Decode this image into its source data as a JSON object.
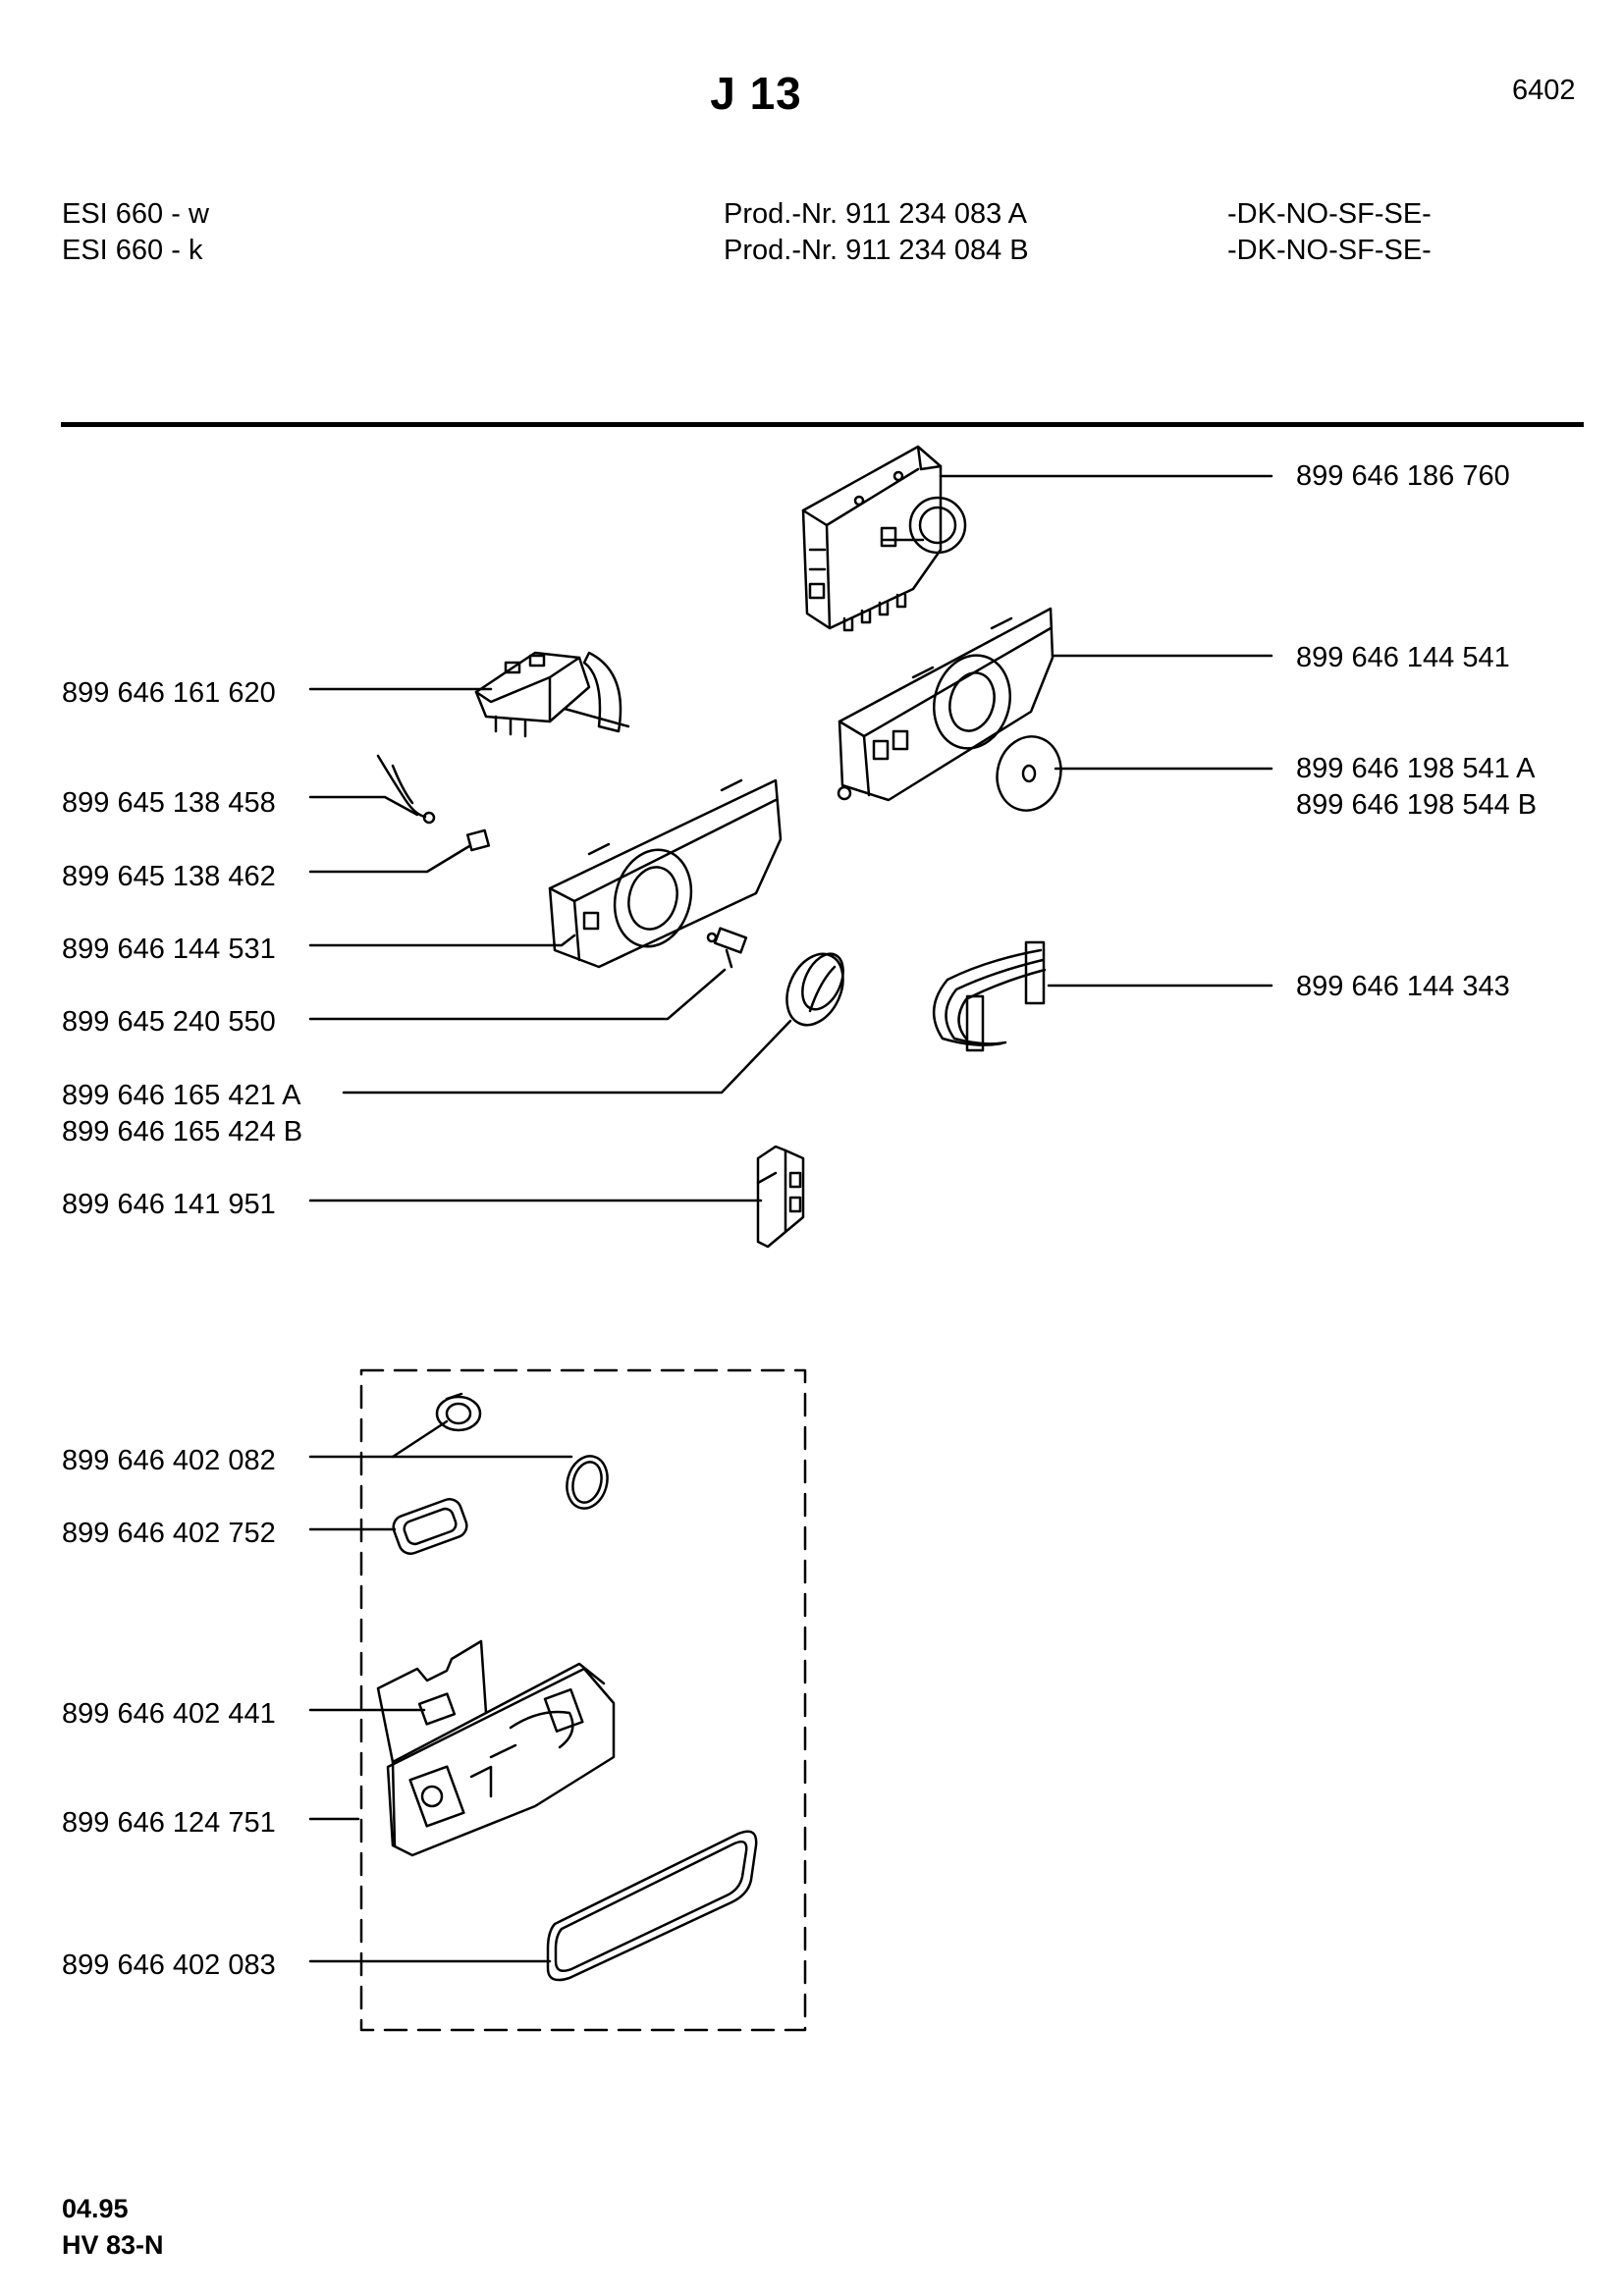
{
  "header": {
    "title": "J 13",
    "page_code": "6402",
    "models": [
      {
        "name": "ESI 660 - w",
        "prod_nr": "Prod.-Nr. 911 234 083 A",
        "countries": "-DK-NO-SF-SE-"
      },
      {
        "name": "ESI 660 - k",
        "prod_nr": "Prod.-Nr. 911 234 084 B",
        "countries": "-DK-NO-SF-SE-"
      }
    ]
  },
  "parts": {
    "timer": "899 646 186 760",
    "control_panel_upper": "899 646 144 541",
    "dial_a": "899 646 198 541 A",
    "dial_b": "899 646 198 544 B",
    "wiring_harness": "899 646 144 343",
    "switch": "899 646 161 620",
    "sensor_wire": "899 645 138 458",
    "connector": "899 645 138 462",
    "control_panel_lower": "899 646 144 531",
    "lamp_holder": "899 645 240 550",
    "knob_a": "899 646 165 421 A",
    "knob_b": "899 646 165 424 B",
    "bracket": "899 646 141 951",
    "kit_cap": "899 646 402 082",
    "kit_gasket_small": "899 646 402 752",
    "kit_cover": "899 646 402 441",
    "kit_door_lock": "899 646 124 751",
    "kit_seal_large": "899 646 402 083"
  },
  "footer": {
    "date": "04.95",
    "doc_ref": "HV 83-N"
  }
}
